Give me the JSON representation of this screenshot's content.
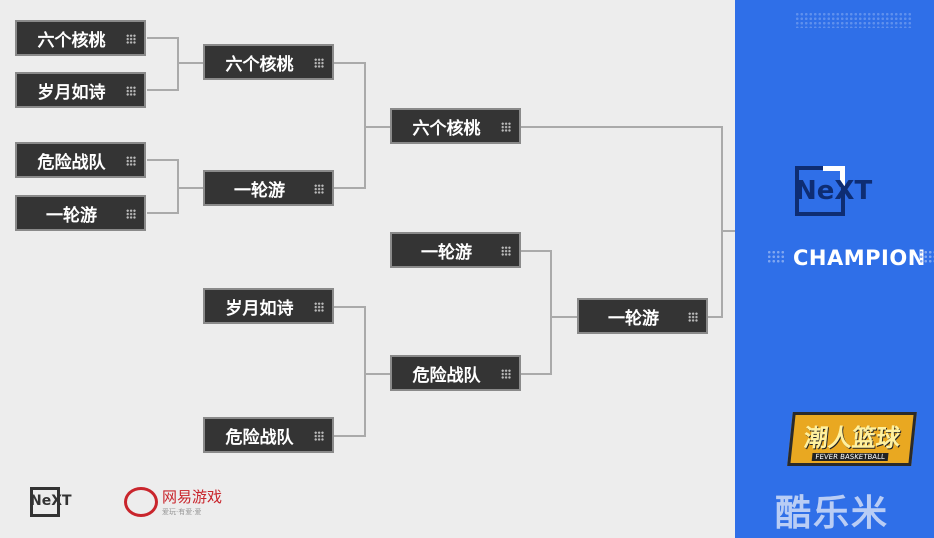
{
  "bracket": {
    "round1": [
      "六个核桃",
      "岁月如诗",
      "危险战队",
      "一轮游"
    ],
    "round2": [
      "六个核桃",
      "一轮游",
      "岁月如诗",
      "危险战队"
    ],
    "round3": [
      "六个核桃",
      "一轮游",
      "危险战队"
    ],
    "round4": [
      "一轮游"
    ]
  },
  "panel": {
    "champion_label": "CHAMPION",
    "logo_text": "NeXT",
    "game_logo": "潮人篮球",
    "game_logo_sub": "FEVER BASKETBALL",
    "watermark": "酷乐米"
  },
  "footer": {
    "next_logo": "NeXT",
    "netease_logo": "网易游戏",
    "netease_sub": "爱玩·有爱·爱"
  },
  "colors": {
    "panel": "#2f6fe8",
    "box": "#343434",
    "background": "#ededed"
  }
}
